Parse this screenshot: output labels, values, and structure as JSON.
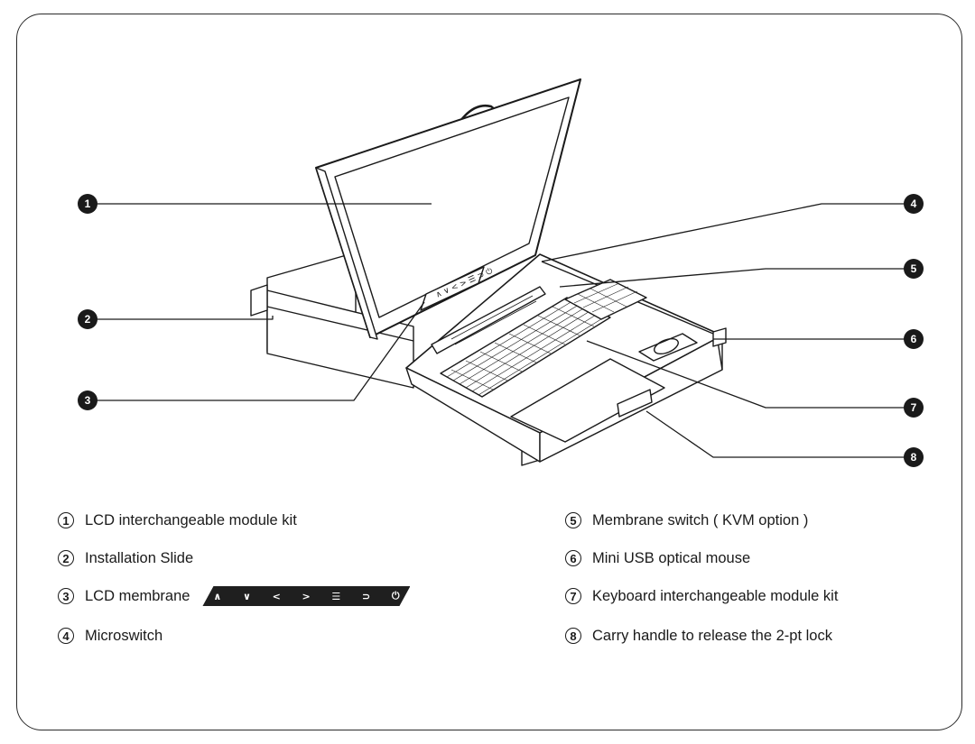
{
  "callouts": [
    {
      "number": "1",
      "label": "LCD interchangeable module kit"
    },
    {
      "number": "2",
      "label": "Installation Slide"
    },
    {
      "number": "3",
      "label": "LCD membrane"
    },
    {
      "number": "4",
      "label": "Microswitch"
    },
    {
      "number": "5",
      "label": "Membrane switch ( KVM option )"
    },
    {
      "number": "6",
      "label": "Mini USB optical mouse"
    },
    {
      "number": "7",
      "label": "Keyboard interchangeable module kit"
    },
    {
      "number": "8",
      "label": "Carry handle to release the 2-pt lock"
    }
  ],
  "membrane_buttons": [
    {
      "icon": "up-icon",
      "glyph": "∧"
    },
    {
      "icon": "down-icon",
      "glyph": "∨"
    },
    {
      "icon": "left-icon",
      "glyph": "<"
    },
    {
      "icon": "right-icon",
      "glyph": ">"
    },
    {
      "icon": "menu-icon",
      "glyph": "☰"
    },
    {
      "icon": "return-icon",
      "glyph": "⊃"
    },
    {
      "icon": "power-icon",
      "glyph": "⏻"
    }
  ],
  "colors": {
    "ink": "#1a1a1a",
    "strip": "#1f1f1f",
    "background": "#ffffff"
  }
}
